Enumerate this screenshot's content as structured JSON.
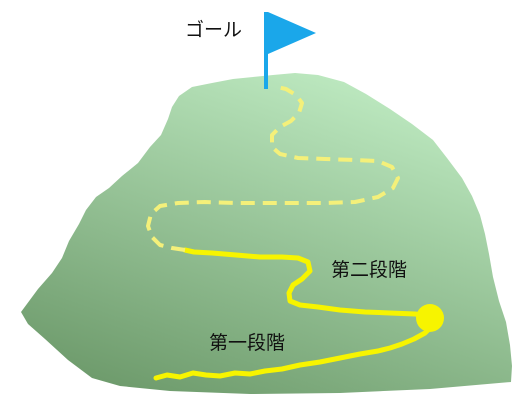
{
  "labels": {
    "goal": "ゴール",
    "stage_two": "第二段階",
    "stage_one": "第一段階"
  },
  "colors": {
    "mountain_top": "#bde9c0",
    "mountain_bottom": "#6f9c6d",
    "path_solid": "#f7f400",
    "path_dashed": "#f4f07a",
    "flag": "#1aa7ea",
    "flag_pole": "#1aa7ea",
    "dot": "#f7f400"
  }
}
